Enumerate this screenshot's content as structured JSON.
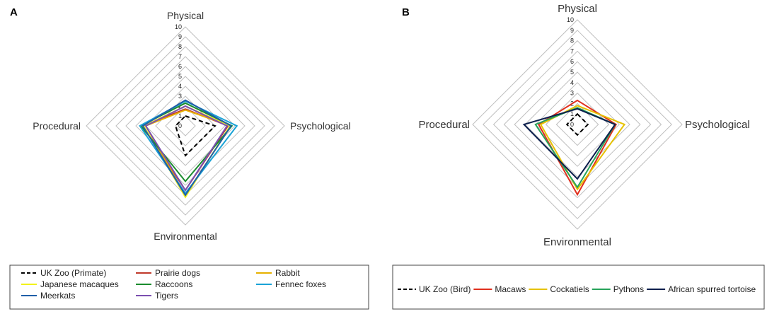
{
  "chart_data": [
    {
      "panel": "A",
      "type": "radar",
      "axes": [
        "Physical",
        "Psychological",
        "Environmental",
        "Procedural"
      ],
      "rlim": [
        0,
        10
      ],
      "ticks": [
        "0",
        "1",
        "2",
        "3",
        "4",
        "5",
        "6",
        "7",
        "8",
        "9",
        "10"
      ],
      "grid": true,
      "legend_placement": "bottom",
      "series": [
        {
          "name": "UK Zoo (Primate)",
          "color": "#000000",
          "dash": true,
          "values": [
            1.0,
            3.0,
            3.0,
            1.0
          ]
        },
        {
          "name": "Prairie dogs",
          "color": "#c0392b",
          "dash": false,
          "values": [
            1.7,
            4.3,
            6.5,
            4.3
          ]
        },
        {
          "name": "Rabbit",
          "color": "#e6b000",
          "dash": false,
          "values": [
            1.6,
            4.6,
            7.0,
            4.0
          ]
        },
        {
          "name": "Japanese macaques",
          "color": "#f2f21a",
          "dash": false,
          "values": [
            2.0,
            4.5,
            7.2,
            4.2
          ]
        },
        {
          "name": "Raccoons",
          "color": "#1a8c2e",
          "dash": false,
          "values": [
            2.3,
            4.7,
            5.6,
            4.5
          ]
        },
        {
          "name": "Fennec foxes",
          "color": "#1aa3d6",
          "dash": false,
          "values": [
            2.5,
            5.2,
            6.8,
            4.6
          ]
        },
        {
          "name": "Meerkats",
          "color": "#1f5fa8",
          "dash": false,
          "values": [
            2.6,
            4.6,
            7.0,
            4.3
          ]
        },
        {
          "name": "Tigers",
          "color": "#7b4fb0",
          "dash": false,
          "values": [
            2.0,
            4.2,
            6.5,
            4.0
          ]
        }
      ]
    },
    {
      "panel": "B",
      "type": "radar",
      "axes": [
        "Physical",
        "Psychological",
        "Environmental",
        "Procedural"
      ],
      "rlim": [
        0,
        10
      ],
      "ticks": [
        "0",
        "1",
        "2",
        "3",
        "4",
        "5",
        "6",
        "7",
        "8",
        "9",
        "10"
      ],
      "grid": true,
      "legend_placement": "bottom",
      "series": [
        {
          "name": "UK Zoo (Bird)",
          "color": "#000000",
          "dash": true,
          "values": [
            1.0,
            1.0,
            1.0,
            1.0
          ]
        },
        {
          "name": "Macaws",
          "color": "#e0301e",
          "dash": false,
          "values": [
            2.3,
            3.7,
            6.7,
            3.7
          ]
        },
        {
          "name": "Cockatiels",
          "color": "#e6c200",
          "dash": false,
          "values": [
            1.8,
            4.5,
            6.2,
            3.5
          ]
        },
        {
          "name": "Pythons",
          "color": "#27a35a",
          "dash": false,
          "values": [
            1.6,
            3.6,
            6.0,
            4.0
          ]
        },
        {
          "name": "African spurred tortoise",
          "color": "#0b1f4d",
          "dash": false,
          "values": [
            1.5,
            3.6,
            5.2,
            5.1
          ]
        }
      ]
    }
  ]
}
